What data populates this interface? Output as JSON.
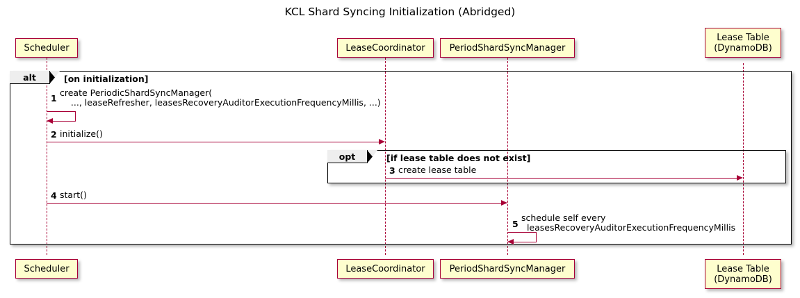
{
  "title": "KCL Shard Syncing Initialization (Abridged)",
  "participants": [
    {
      "id": "scheduler",
      "label": "Scheduler"
    },
    {
      "id": "leasecoord",
      "label": "LeaseCoordinator"
    },
    {
      "id": "psm",
      "label": "PeriodShardSyncManager"
    },
    {
      "id": "leasetable",
      "label": "Lease Table\n(DynamoDB)"
    }
  ],
  "fragments": [
    {
      "id": "alt",
      "keyword": "alt",
      "condition": "[on initialization]"
    },
    {
      "id": "opt",
      "keyword": "opt",
      "condition": "[if lease table does not exist]"
    }
  ],
  "messages": [
    {
      "number": "1",
      "text": "create PeriodicShardSyncManager(\n    ..., leaseRefresher, leasesRecoveryAuditorExecutionFrequencyMillis, ...)",
      "from": "scheduler",
      "to": "scheduler",
      "self": true
    },
    {
      "number": "2",
      "text": "initialize()",
      "from": "scheduler",
      "to": "leasecoord",
      "self": false
    },
    {
      "number": "3",
      "text": "create lease table",
      "from": "leasecoord",
      "to": "leasetable",
      "self": false
    },
    {
      "number": "4",
      "text": "start()",
      "from": "scheduler",
      "to": "psm",
      "self": false
    },
    {
      "number": "5",
      "text": "schedule self every\n  leasesRecoveryAuditorExecutionFrequencyMillis",
      "from": "psm",
      "to": "psm",
      "self": true
    }
  ],
  "colors": {
    "participant_fill": "#FEFECE",
    "participant_border": "#A80036",
    "arrow": "#A80036",
    "frame_border": "#000000",
    "frame_tab_fill": "#EEEEEE",
    "text": "#000000",
    "background": "#FFFFFF"
  }
}
